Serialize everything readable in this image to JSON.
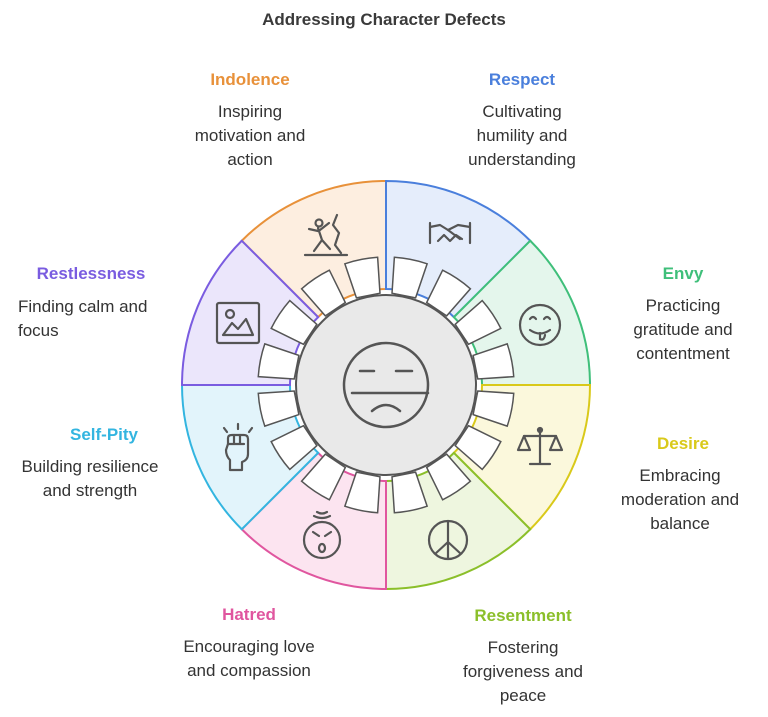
{
  "title": "Addressing Character Defects",
  "segments": [
    {
      "name": "Indolence",
      "description": "Inspiring\nmotivation and\naction",
      "color": "#e8913a",
      "fill": "#fdeee0",
      "icon": "climbing-person-icon"
    },
    {
      "name": "Respect",
      "description": "Cultivating\nhumility and\nunderstanding",
      "color": "#4a7fdc",
      "fill": "#e5edfb",
      "icon": "handshake-icon"
    },
    {
      "name": "Envy",
      "description": "Practicing\ngratitude and\ncontentment",
      "color": "#3fbf7a",
      "fill": "#e4f6ec",
      "icon": "tongue-smiley-icon"
    },
    {
      "name": "Desire",
      "description": "Embracing\nmoderation and\nbalance",
      "color": "#d9c91a",
      "fill": "#fbf8dc",
      "icon": "balance-scale-icon"
    },
    {
      "name": "Resentment",
      "description": "Fostering\nforgiveness and\npeace",
      "color": "#8bbf2a",
      "fill": "#eef6df",
      "icon": "peace-sign-icon"
    },
    {
      "name": "Hatred",
      "description": "Encouraging love\nand compassion",
      "color": "#e0569f",
      "fill": "#fce4f0",
      "icon": "angry-face-icon"
    },
    {
      "name": "Self-Pity",
      "description": "Building resilience\nand strength",
      "color": "#33b5e0",
      "fill": "#e2f4fb",
      "icon": "raised-fist-icon"
    },
    {
      "name": "Restlessness",
      "description": "Finding calm and\nfocus",
      "color": "#7a5ce0",
      "fill": "#ebe6fb",
      "icon": "landscape-picture-icon"
    }
  ],
  "center_icon": "grimacing-face-icon"
}
